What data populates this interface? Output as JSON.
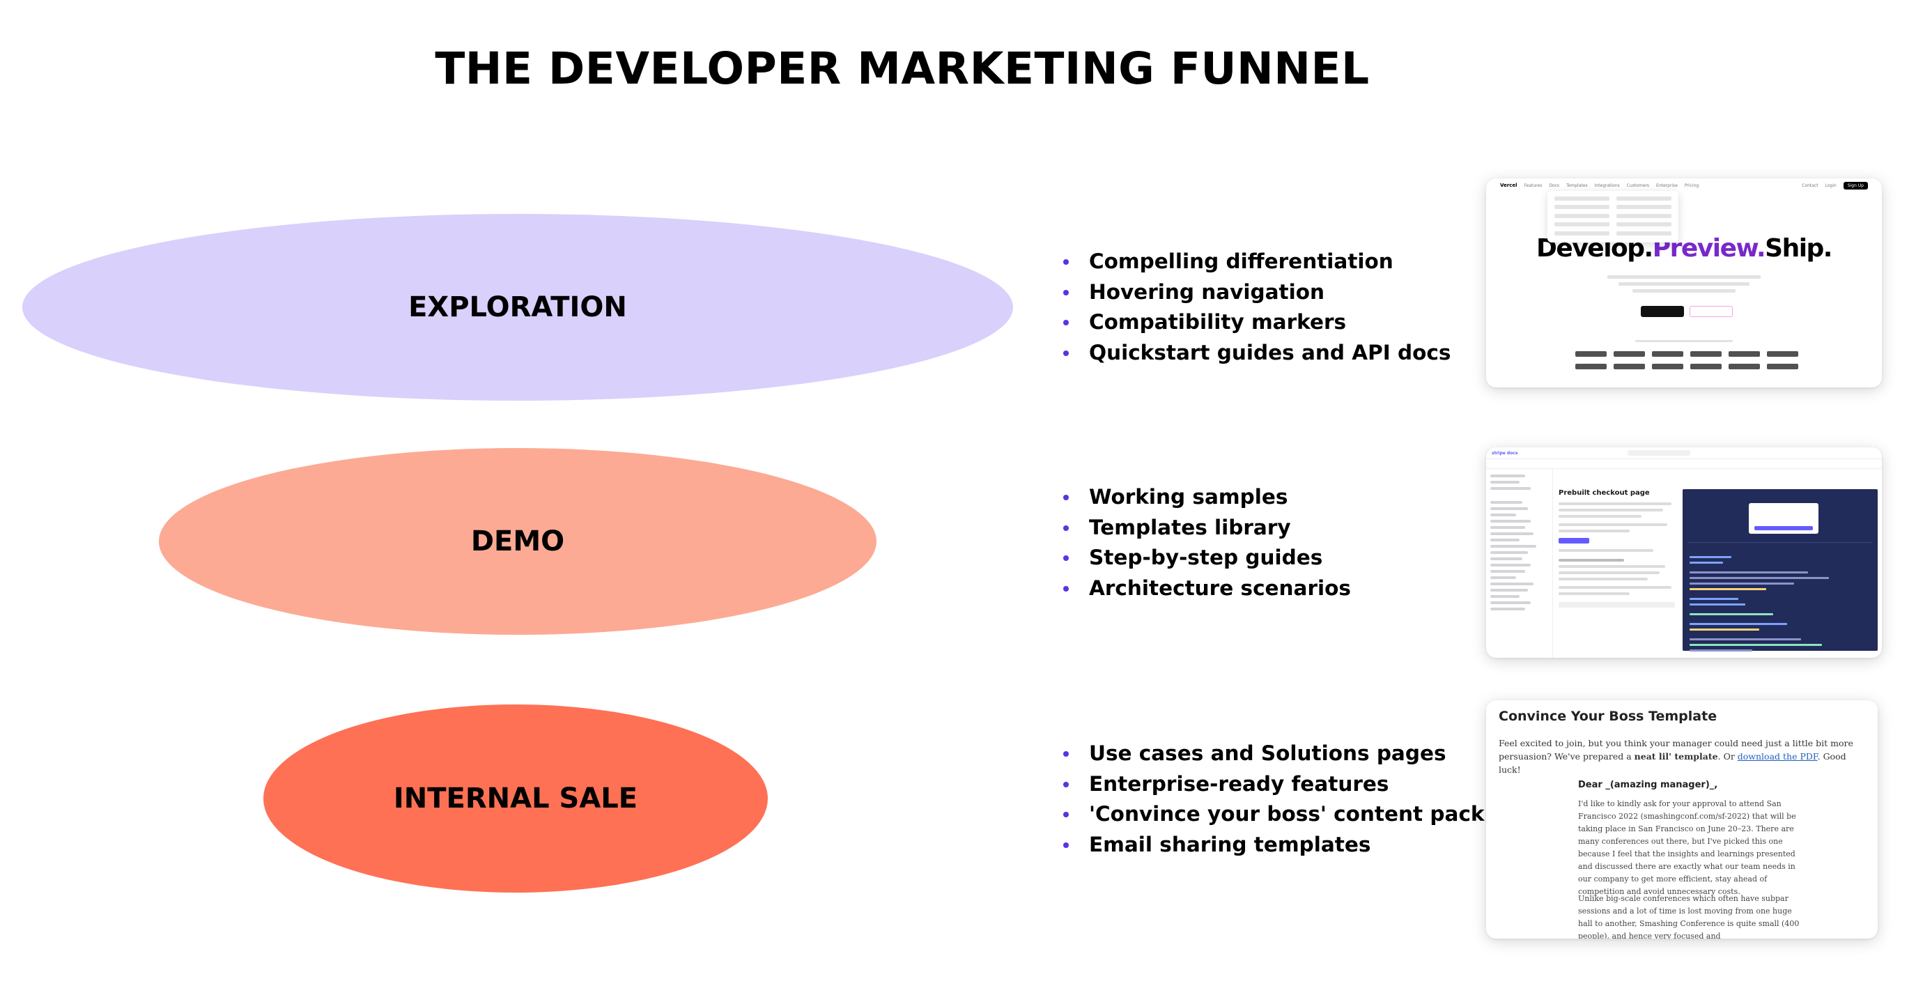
{
  "title": "THE DEVELOPER MARKETING FUNNEL",
  "stages": [
    {
      "label": "EXPLORATION",
      "color": "#d9d0fb",
      "bullets": [
        "Compelling differentiation",
        "Hovering navigation",
        "Compatibility markers",
        "Quickstart guides and API docs"
      ]
    },
    {
      "label": "DEMO",
      "color": "#fcaa94",
      "bullets": [
        "Working samples",
        "Templates library",
        "Step-by-step guides",
        "Architecture scenarios"
      ]
    },
    {
      "label": "INTERNAL SALE",
      "color": "#fe7155",
      "bullets": [
        "Use cases and Solutions pages",
        "Enterprise-ready features",
        "'Convince your boss' content pack",
        "Email sharing templates"
      ]
    }
  ],
  "bullet_color": "#5b33e0",
  "screenshots": {
    "vercel": {
      "logo": "Vercel",
      "nav": [
        "Features",
        "Docs",
        "Templates",
        "Integrations",
        "Customers",
        "Enterprise",
        "Pricing"
      ],
      "nav_right": [
        "Contact",
        "Login"
      ],
      "signup": "Sign Up",
      "hero_1": "Develop.",
      "hero_2": "Preview.",
      "hero_3": "Ship."
    },
    "stripe": {
      "logo": "stripe docs",
      "heading": "Prebuilt checkout page"
    },
    "boss": {
      "title": "Convince Your Boss Template",
      "intro_1": "Feel excited to join, but you think your manager could need just a little bit more persuasion? We've prepared a ",
      "intro_bold": "neat lil' template",
      "intro_2": ". Or ",
      "intro_link": "download the PDF",
      "intro_3": ". Good luck!",
      "dear": "Dear _(amazing manager)_,",
      "body_1": "I'd like to kindly ask for your approval to attend San Francisco 2022 (smashingconf.com/sf-2022) that will be taking place in San Francisco on June 20–23. There are many conferences out there, but I've picked this one because I feel that the insights and learnings presented and discussed there are exactly what our team needs in our company to get more efficient, stay ahead of competition and avoid unnecessary costs.",
      "body_2": "Unlike big-scale conferences which often have subpar sessions and a lot of time is lost moving from one huge hall to another, Smashing Conference is quite small (400 people), and hence very focused and"
    }
  }
}
